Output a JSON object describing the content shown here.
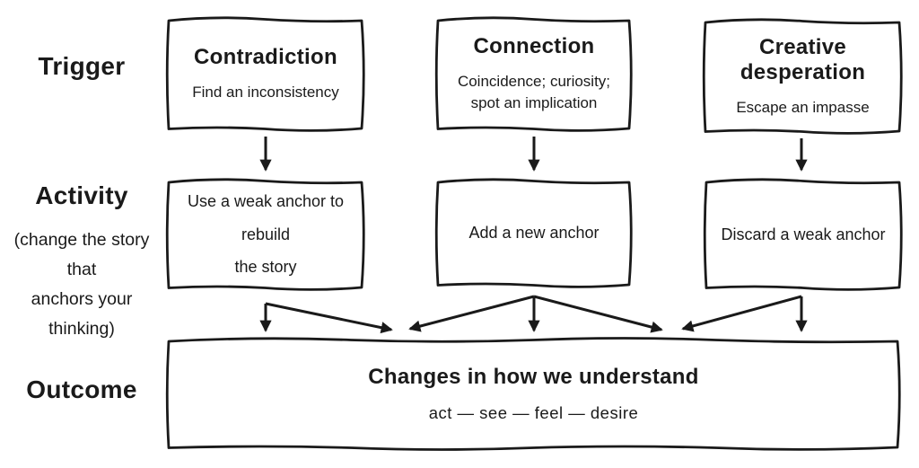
{
  "colors": {
    "ink": "#1a1a1a",
    "paper": "#ffffff"
  },
  "row_labels": {
    "trigger": "Trigger",
    "activity": "Activity",
    "activity_note_line1": "(change the story that",
    "activity_note_line2": "anchors your thinking)",
    "outcome": "Outcome"
  },
  "trigger_row": [
    {
      "title": "Contradiction",
      "subtitle1": "Find an inconsistency"
    },
    {
      "title": "Connection",
      "subtitle1": "Coincidence; curiosity;",
      "subtitle2": "spot an implication"
    },
    {
      "title": "Creative desperation",
      "subtitle1": "Escape an impasse"
    }
  ],
  "activity_row": [
    {
      "line1": "Use a weak anchor to rebuild",
      "line2": "the story"
    },
    {
      "line1": "Add a new anchor"
    },
    {
      "line1": "Discard a weak anchor"
    }
  ],
  "outcome_row": {
    "title": "Changes in how we understand",
    "subtitle": "act — see — feel — desire"
  }
}
